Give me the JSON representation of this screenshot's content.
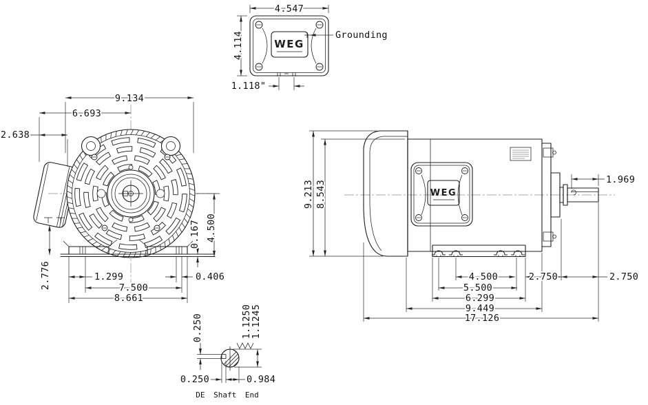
{
  "drawing": {
    "kind": "electric-motor-dimension-drawing",
    "units": "inches",
    "brand": {
      "logo": "WEG"
    },
    "top_view": {
      "dim_box_width": "4.547",
      "dim_box_height": "4.114",
      "dim_knockout_spacing": "1.118\"",
      "grounding_label": "Grounding"
    },
    "front_view": {
      "dim_overall_width": "9.134",
      "dim_box_to_center": "6.693",
      "dim_box_depth": "2.638",
      "dim_box_bottom_to_base": "2.776",
      "dim_foot_edge_to_slot": "1.299",
      "dim_foot_slot_span": "7.500",
      "dim_foot_overall_width": "8.661",
      "dim_foot_slot_width": "0.406",
      "dim_base_pad_thickness": "0.167",
      "dim_shaft_center_height": "4.500"
    },
    "side_view": {
      "dim_overall_height": "9.213",
      "dim_body_height": "8.543",
      "dim_keyway_length": "1.969",
      "dim_foot_hole_span_inner": "4.500",
      "dim_foot_hole_span_outer": "5.500",
      "dim_foot_length": "6.299",
      "dim_frame_length": "9.449",
      "dim_overall_length": "17.126",
      "dim_foot_to_face": "2.750",
      "dim_shaft_extension": "2.750"
    },
    "shaft_detail": {
      "label": "DE Shaft End",
      "dim_key_width": "0.250",
      "dim_key_depth": "0.250",
      "dim_shaft_dia_max": "1.1250",
      "dim_shaft_dia_min": "1.1245",
      "dim_flat_to_opposite": "0.984"
    }
  }
}
